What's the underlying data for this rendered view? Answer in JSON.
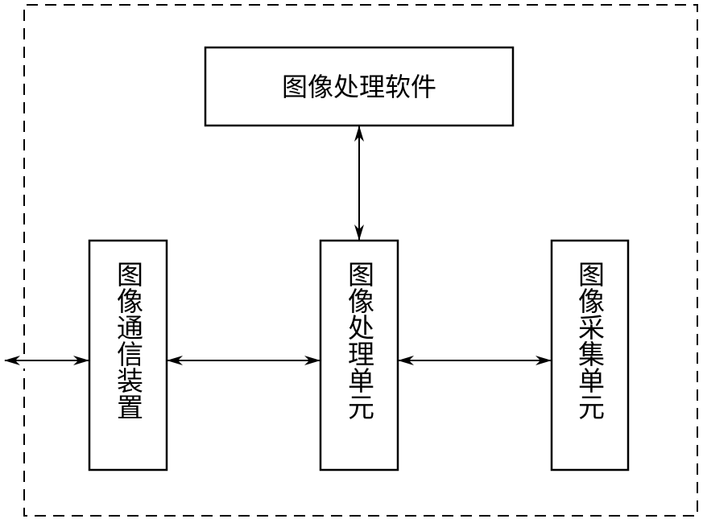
{
  "diagram": {
    "software_box": {
      "label": "图像处理软件"
    },
    "comm_device": {
      "label": "图像通信装置"
    },
    "processing_unit": {
      "label": "图像处理单元"
    },
    "acquisition_unit": {
      "label": "图像采集单元"
    }
  }
}
